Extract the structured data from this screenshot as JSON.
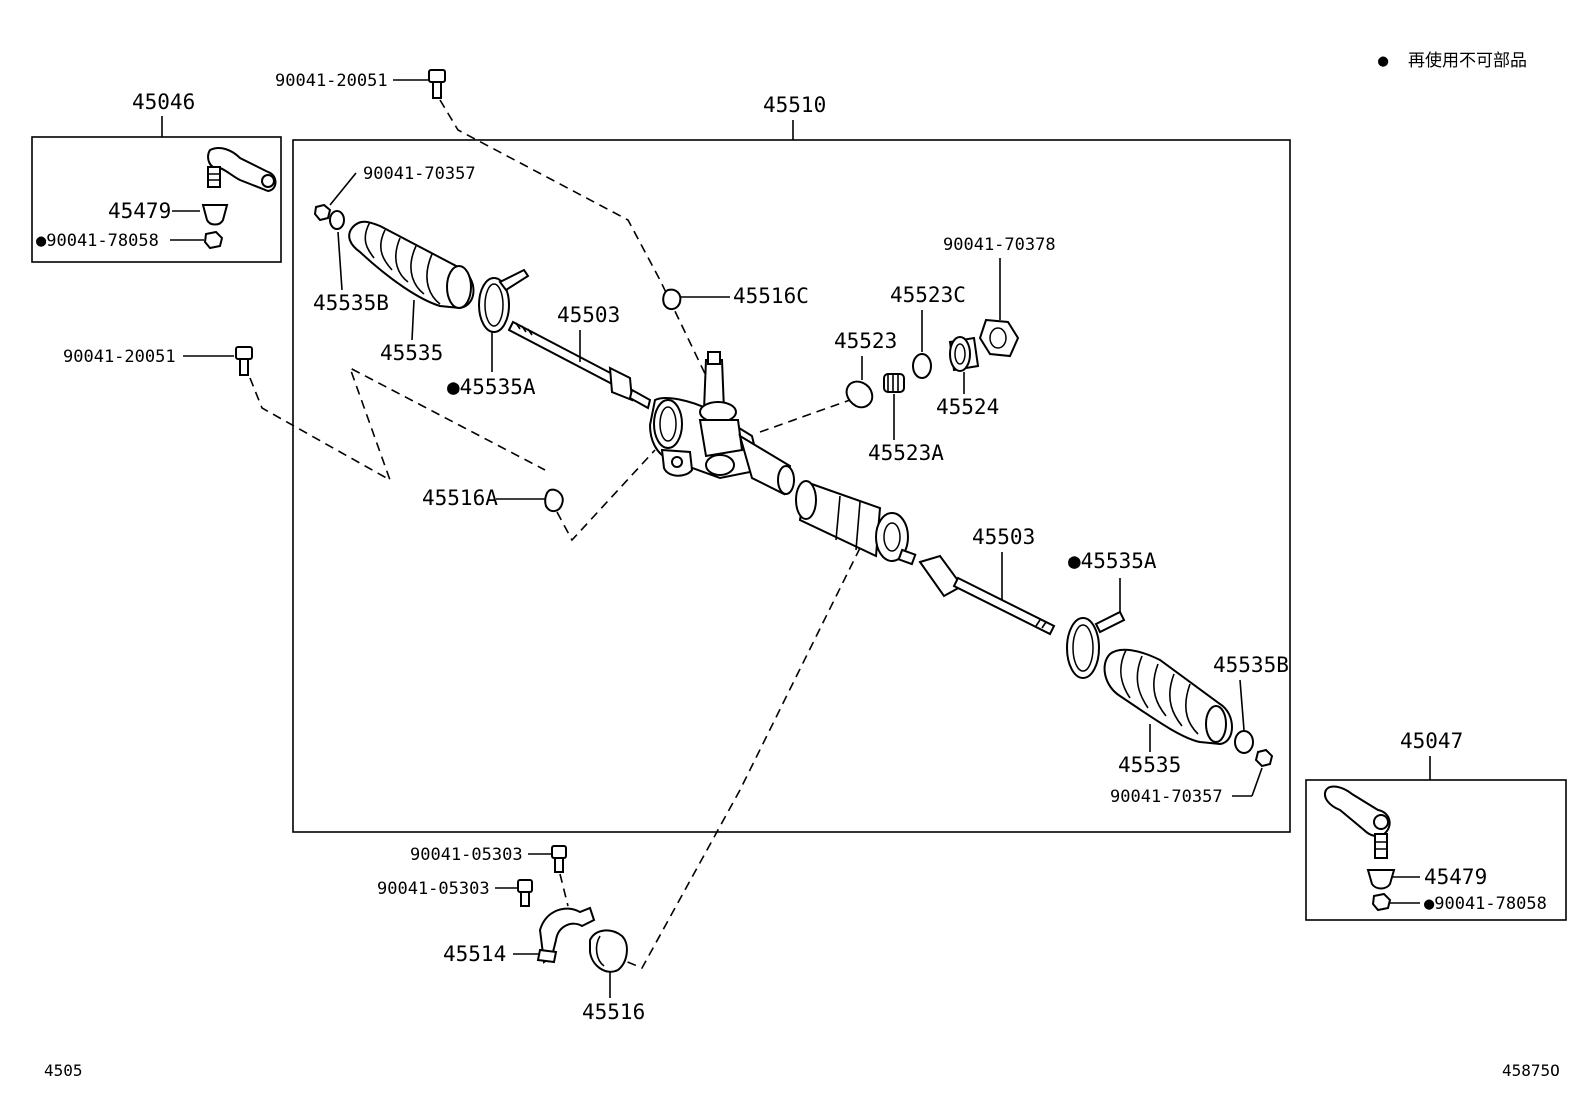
{
  "legend": {
    "bullet": "●",
    "text": "再使用不可部品"
  },
  "footer": {
    "left_code": "4505",
    "right_code": "45875O"
  },
  "callouts": {
    "assy_gear": "45510",
    "end_sub_lh": "45046",
    "end_sub_rh": "45047",
    "bolt_top": "90041-20051",
    "bolt_left": "90041-20051",
    "boot_clip_l": "90041-70357",
    "boot_clip_r": "90041-70357",
    "nut_lh": "●90041-78058",
    "nut_rh": "●90041-78058",
    "cover_lh": "45479",
    "cover_rh": "45479",
    "clip_b_l": "45535B",
    "clip_b_r": "45535B",
    "boot_l": "45535",
    "boot_r": "45535",
    "clamp_a_l": "●45535A",
    "clamp_a_r": "●45535A",
    "tie_rod_l": "45503",
    "tie_rod_r": "45503",
    "grommet_c": "45516C",
    "grommet_a": "45516A",
    "guide": "45523",
    "spring_cap_c": "45523C",
    "spring_a": "45523A",
    "locknut_nut": "90041-70378",
    "cap_45524": "45524",
    "bolt_05303_a": "90041-05303",
    "bolt_05303_b": "90041-05303",
    "bracket": "45514",
    "grommet": "45516"
  }
}
